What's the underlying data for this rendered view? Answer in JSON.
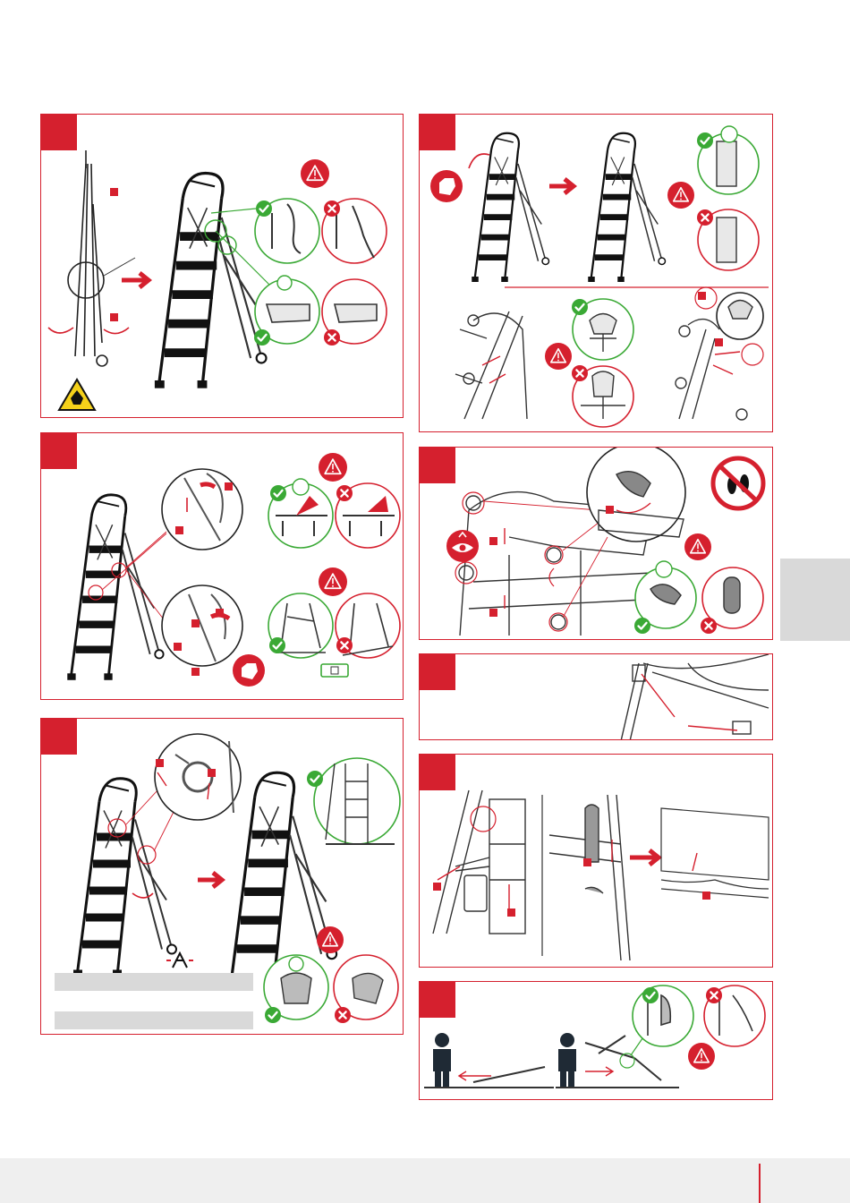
{
  "page": {
    "background": "#ffffff",
    "accent": "#d5202e",
    "ok_color": "#3aa935",
    "warn_color": "#d5202e"
  },
  "icons": {
    "ok": "checkmark-icon",
    "not_ok": "cross-icon",
    "warning": "warning-triangle-icon",
    "pinch_hazard": "hand-crush-hazard-icon",
    "hand_operate": "hand-operate-icon",
    "eye_check": "eye-inspect-icon",
    "no_standing": "no-standing-footprints-icon",
    "level": "spirit-level-icon",
    "person": "person-icon"
  },
  "steps": [
    {
      "id": "step-1"
    },
    {
      "id": "step-2"
    },
    {
      "id": "step-3"
    },
    {
      "id": "step-4"
    },
    {
      "id": "step-5"
    },
    {
      "id": "step-6"
    },
    {
      "id": "step-7"
    },
    {
      "id": "step-8"
    }
  ]
}
